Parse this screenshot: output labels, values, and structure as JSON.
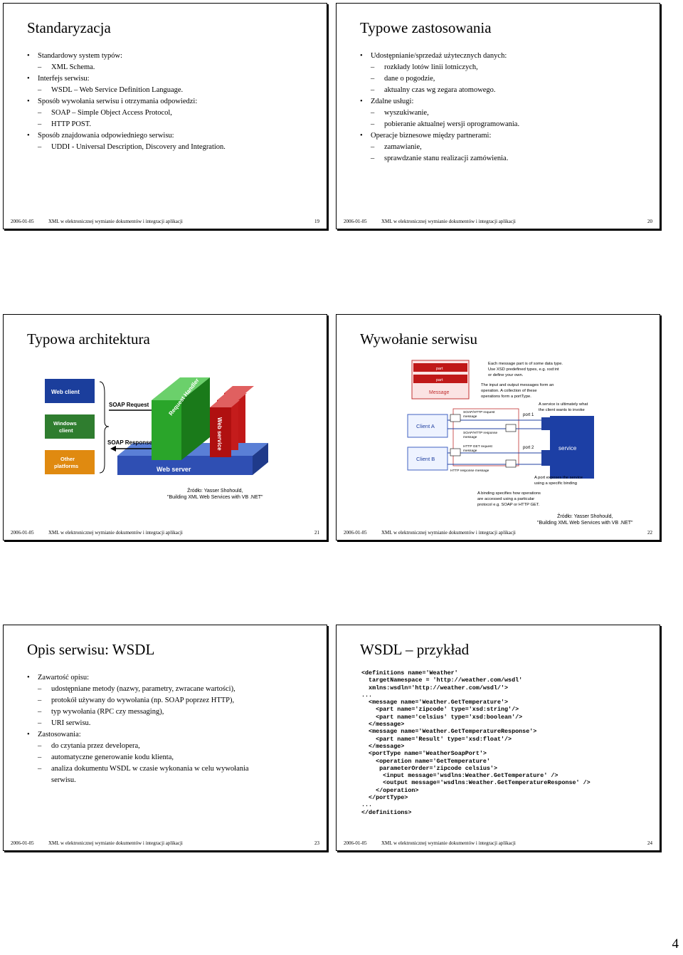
{
  "footer": {
    "date": "2006-01-05",
    "title": "XML w elektronicznej wymianie dokumentów i integracji aplikacji"
  },
  "page_number": "4",
  "slide19": {
    "title": "Standaryzacja",
    "bullets": [
      "Standardowy system typów:",
      "XML Schema.",
      "Interfejs serwisu:",
      "WSDL – Web Service Definition Language.",
      "Sposób wywołania serwisu i otrzymania odpowiedzi:",
      "SOAP – Simple Object Access Protocol,",
      "HTTP POST.",
      "Sposób znajdowania odpowiedniego serwisu:",
      "UDDI - Universal Description, Discovery and Integration."
    ],
    "number": "19"
  },
  "slide20": {
    "title": "Typowe zastosowania",
    "bullets": [
      "Udostępnianie/sprzedaż użytecznych danych:",
      "rozkłady lotów linii lotniczych,",
      "dane o pogodzie,",
      "aktualny czas wg zegara atomowego.",
      "Zdalne usługi:",
      "wyszukiwanie,",
      "pobieranie aktualnej wersji oprogramowania.",
      "Operacje biznesowe między partnerami:",
      "zamawianie,",
      "sprawdzanie stanu realizacji zamówienia."
    ],
    "number": "20"
  },
  "slide21": {
    "title": "Typowa architektura",
    "diagram": {
      "web_client": "Web client",
      "windows_client": [
        "Windows",
        "client"
      ],
      "other_platforms": [
        "Other",
        "platforms"
      ],
      "soap_request": "SOAP Request",
      "soap_response": "SOAP Response",
      "request_handler": "Request Handler",
      "web_service": "Web service",
      "web_server": "Web server"
    },
    "source": [
      "Źródło: Yasser Shohould,",
      "\"Building XML Web Services with VB .NET\""
    ],
    "number": "21"
  },
  "slide22": {
    "title": "Wywołanie serwisu",
    "diagram": {
      "part1": "part",
      "part2": "part",
      "message": "Message",
      "client_a": "Client A",
      "client_b": "Client B",
      "service": "service",
      "port1": "port 1",
      "port2": "port 2",
      "soap_req": [
        "SOAP/HTTP request",
        "message"
      ],
      "soap_resp": [
        "SOAP/HTTP response",
        "message"
      ],
      "http_get_req": [
        "HTTP GET request",
        "message"
      ],
      "http_resp": "HTTP response message",
      "note_part": [
        "Each message part is of some data type.",
        "Use XSD predefined types, e.g. xsd:int",
        "or define your own."
      ],
      "note_operation": [
        "The input and output messages form an",
        "operation. A collection of these",
        "operations form a portType."
      ],
      "note_service": [
        "A service is ultimately what",
        "the client wants to invoke"
      ],
      "note_port": [
        "A port exposes the service",
        "using a specific binding"
      ],
      "note_binding": [
        "A binding specifies how operations",
        "are accessed using a particular",
        "protocol e.g. SOAP or HTTP GET."
      ]
    },
    "source": [
      "Źródło: Yasser Shohould,",
      "\"Building XML Web Services with VB .NET\""
    ],
    "number": "22"
  },
  "slide23": {
    "title": "Opis serwisu: WSDL",
    "bullets": [
      "Zawartość opisu:",
      "udostępniane metody (nazwy, parametry, zwracane wartości),",
      "protokół używany do wywołania (np. SOAP poprzez HTTP),",
      "typ wywołania (RPC czy messaging),",
      "URI serwisu.",
      "Zastosowania:",
      "do czytania przez developera,",
      "automatyczne generowanie kodu klienta,",
      "analiza dokumentu WSDL w czasie wykonania w celu wywołania",
      "serwisu."
    ],
    "number": "23"
  },
  "slide24": {
    "title": "WSDL – przykład",
    "code": "<definitions name='Weather'\n  targetNamespace = 'http://weather.com/wsdl'\n  xmlns:wsdln='http://weather.com/wsdl/'>\n...\n  <message name='Weather.GetTemperature'>\n    <part name='zipcode' type='xsd:string'/>\n    <part name='celsius' type='xsd:boolean'/>\n  </message>\n  <message name='Weather.GetTemperatureResponse'>\n    <part name='Result' type='xsd:float'/>\n  </message>\n  <portType name='WeatherSoapPort'>\n    <operation name='GetTemperature'\n     parameterOrder='zipcode celsius'>\n      <input message='wsdlns:Weather.GetTemperature' />\n      <output message='wsdlns:Weather.GetTemperatureResponse' />\n    </operation>\n  </portType>\n...\n</definitions>",
    "number": "24"
  }
}
